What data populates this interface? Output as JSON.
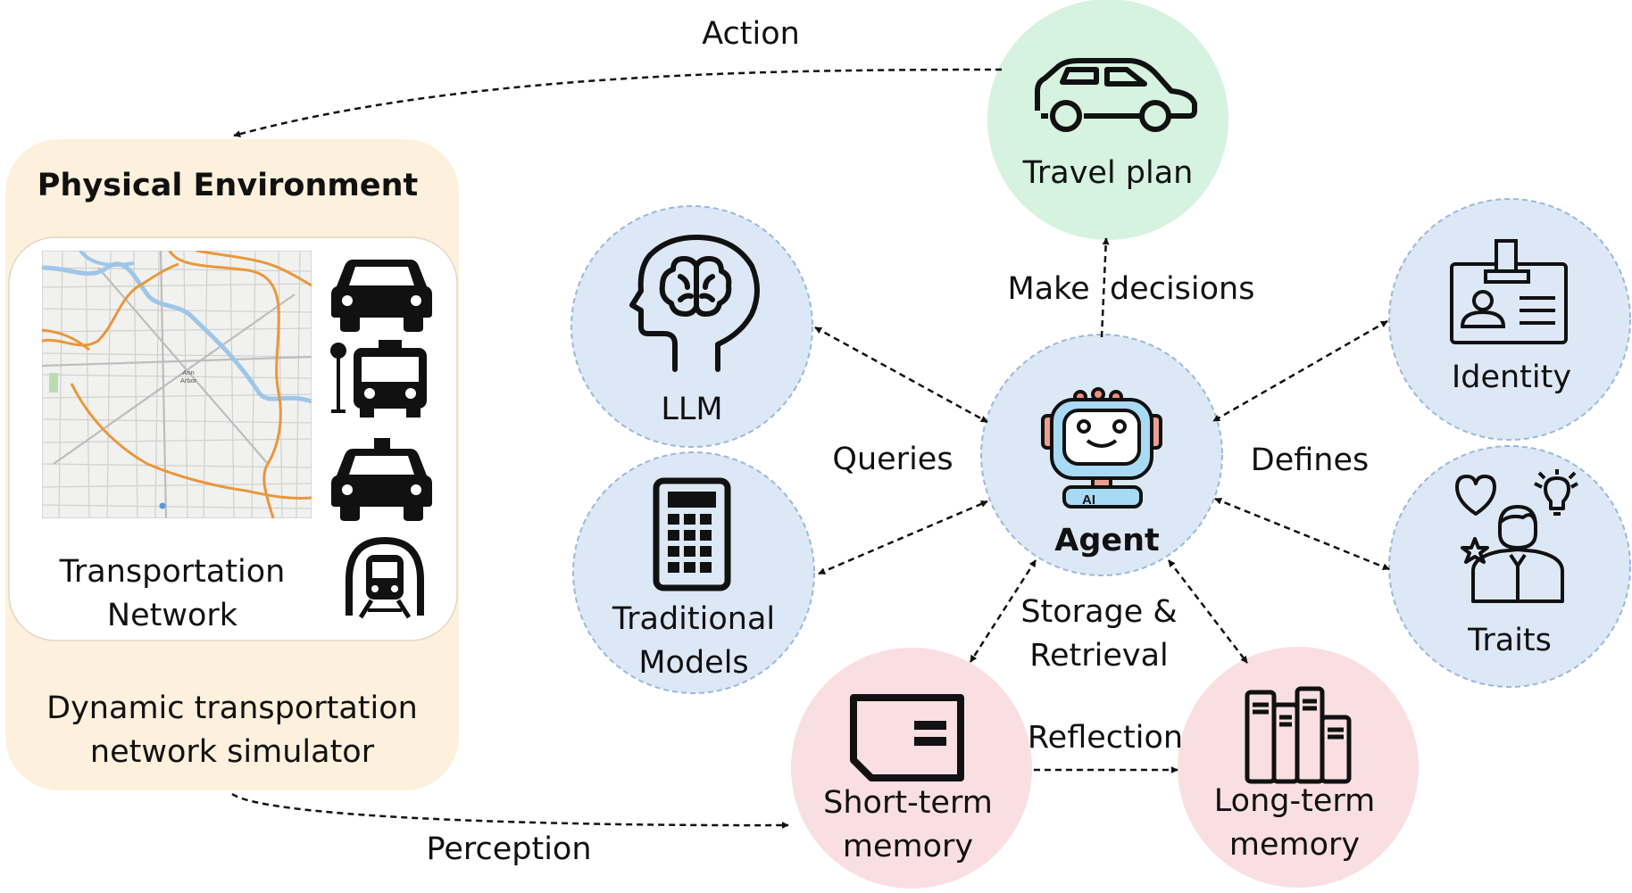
{
  "environment": {
    "title": "Physical Environment",
    "network_label": "Transportation\nNetwork",
    "simulator_label": "Dynamic transportation\nnetwork simulator",
    "map_city_label": "Ann\nArbor"
  },
  "nodes": {
    "travel_plan": "Travel plan",
    "llm": "LLM",
    "traditional_models": "Traditional\nModels",
    "agent": "Agent",
    "agent_badge": "AI",
    "identity": "Identity",
    "traits": "Traits",
    "short_term_memory": "Short-term\nmemory",
    "long_term_memory": "Long-term\nmemory"
  },
  "edges": {
    "action": "Action",
    "perception": "Perception",
    "make_decisions": "Make  decisions",
    "queries": "Queries",
    "defines": "Defines",
    "storage_retrieval": "Storage &\nRetrieval",
    "reflection": "Reflection"
  },
  "colors": {
    "environment_fill": "#fdf0dc",
    "node_blue": "#dde8f6",
    "node_border": "#9ab8dc",
    "node_green": "#d5f3de",
    "node_pink": "#f9dfe2",
    "map_road": "#e8973c",
    "map_water": "#9ec6e8",
    "robot_face": "#a9daf5"
  },
  "icons": [
    "car-icon",
    "brain-head-icon",
    "calculator-icon",
    "robot-icon",
    "id-card-icon",
    "traits-person-icon",
    "memory-card-icon",
    "books-icon",
    "taxi-icon",
    "bus-icon",
    "taxi-cab-icon",
    "train-icon",
    "city-map"
  ]
}
